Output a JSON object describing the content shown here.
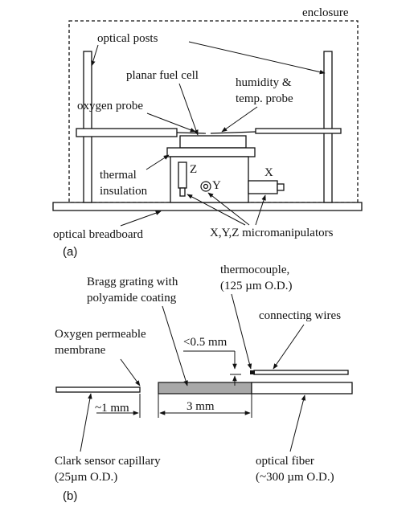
{
  "part_a": {
    "panel_label": "(a)",
    "labels": {
      "enclosure": "enclosure",
      "optical_posts": "optical posts",
      "planar_fuel_cell": "planar fuel cell",
      "humidity_line1": "humidity &",
      "humidity_line2": "temp. probe",
      "oxygen_probe": "oxygen probe",
      "thermal_line1": "thermal",
      "thermal_line2": "insulation",
      "axis_z": "Z",
      "axis_y": "Y",
      "axis_x": "X",
      "optical_breadboard": "optical breadboard",
      "micromanipulators": "X,Y,Z micromanipulators"
    }
  },
  "part_b": {
    "panel_label": "(b)",
    "labels": {
      "bragg_line1": "Bragg grating with",
      "bragg_line2": "polyamide coating",
      "thermo_line1": "thermocouple,",
      "thermo_line2": "(125 µm O.D.)",
      "connecting_wires": "connecting wires",
      "oxygen_line1": "Oxygen permeable",
      "oxygen_line2": "membrane",
      "gap_small": "<0.5 mm",
      "gap_1mm": "~1 mm",
      "length_3mm": "3 mm",
      "clark_line1": "Clark sensor capillary",
      "clark_line2": "(25µm O.D.)",
      "fiber_line1": "optical fiber",
      "fiber_line2": "(~300 µm O.D.)"
    }
  }
}
